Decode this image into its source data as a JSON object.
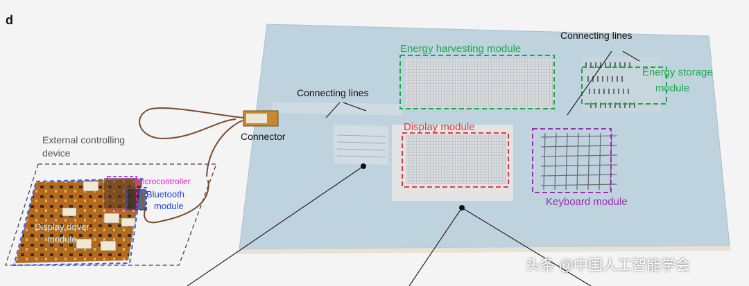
{
  "panel_letter": "d",
  "labels": {
    "connecting_lines_top": "Connecting lines",
    "energy_harvesting": "Energy harvesting module",
    "energy_storage_line1": "Energy storage",
    "energy_storage_line2": "module",
    "connecting_lines_mid": "Connecting lines",
    "display_module": "Display module",
    "connector": "Connector",
    "external_line1": "External controlling",
    "external_line2": "device",
    "microcontroller": "Microcontroller",
    "bluetooth_line1": "Bluetooth",
    "bluetooth_line2": "module",
    "display_driver_line1": "Display driver",
    "display_driver_line2": "module",
    "keyboard_module": "Keyboard module"
  },
  "watermark": "头条 @中国人工智能学会",
  "colors": {
    "textile": "#bfd3df",
    "energy_green": "#1aa84a",
    "display_red": "#e23b3b",
    "keyboard_purple": "#9b2fb2",
    "microcontroller_magenta": "#e020d0",
    "bluetooth_blue": "#2244dd",
    "driver_lightblue": "#c8ecff",
    "pcb_orange": "#b46a1e"
  }
}
